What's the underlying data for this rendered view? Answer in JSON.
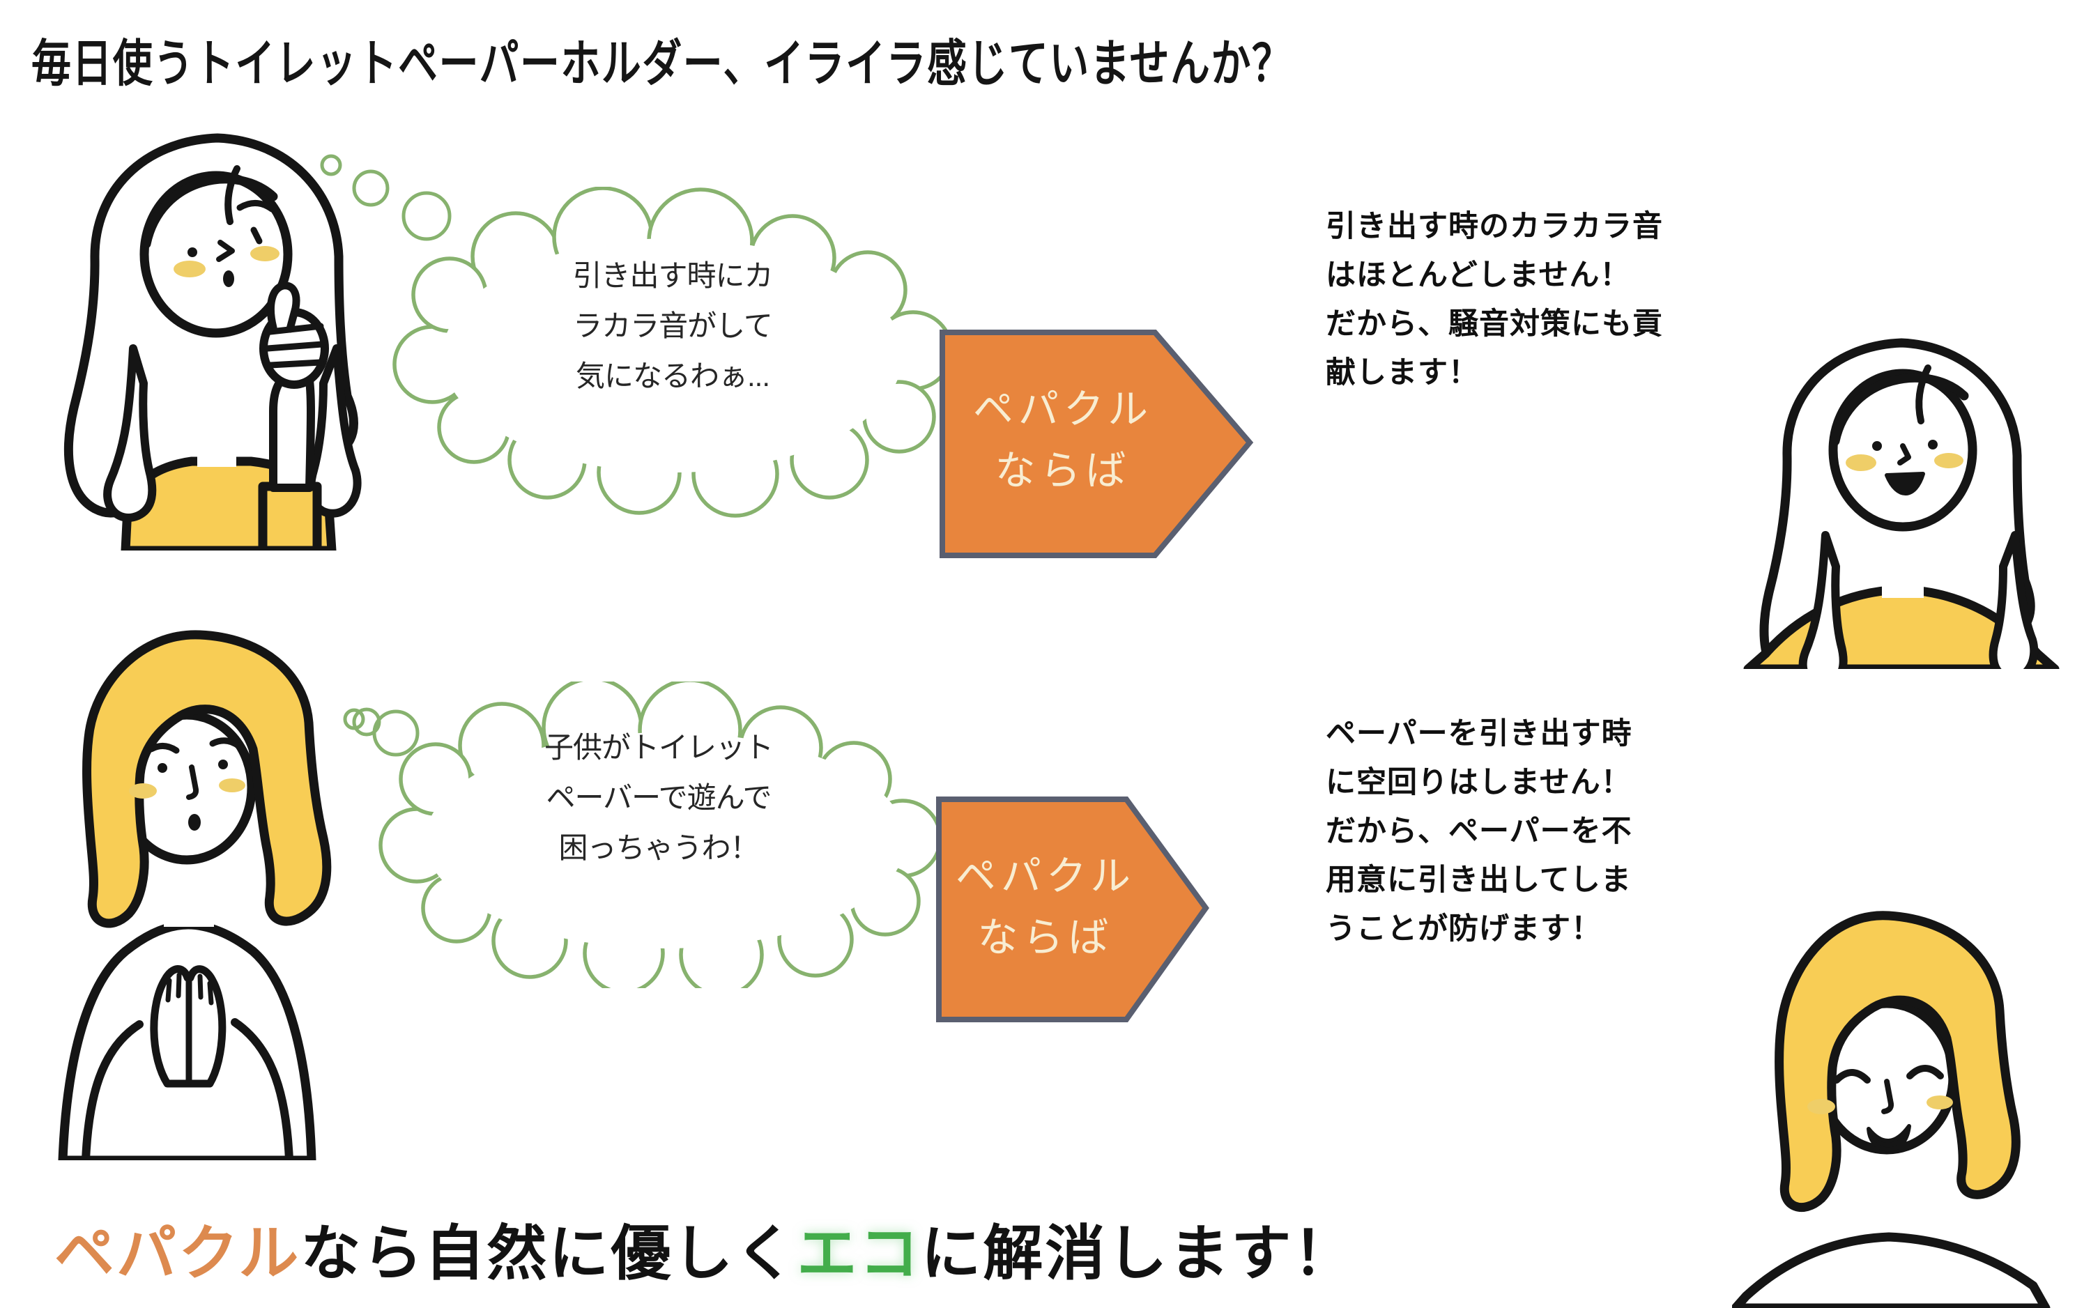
{
  "title": "毎日使うトイレットペーパーホルダー、イライラ感じていませんか？",
  "rows": [
    {
      "bubble_lines": [
        "引き出す時にカ",
        "ラカラ音がして",
        "気になるわぁ..."
      ],
      "arrow_lines": [
        "ペパクル",
        "ならば"
      ],
      "answer_lines": [
        "引き出す時のカラカラ音",
        "はほとんどしません！",
        "だから、騒音対策にも貢",
        "献します！"
      ]
    },
    {
      "bubble_lines": [
        "子供がトイレット",
        "ペーバーで遊んで",
        "困っちゃうわ！"
      ],
      "arrow_lines": [
        "ペパクル",
        "ならば"
      ],
      "answer_lines": [
        "ペーパーを引き出す時",
        "に空回りはしません！",
        "だから、ペーパーを不",
        "用意に引き出してしま",
        "うことが防げます！"
      ]
    }
  ],
  "footer": {
    "segments": [
      {
        "text": "ペパクル",
        "color": "#DD8A4F"
      },
      {
        "text": "なら自然に優しく",
        "color": "#121212"
      },
      {
        "text": "エコ",
        "color": "#43AD4B"
      },
      {
        "text": "に解消します！",
        "color": "#121212"
      }
    ]
  },
  "colors": {
    "brand_orange": "#DD8A4F",
    "eco_green": "#43AD4B",
    "cloud_green": "#87B26E",
    "arrow_fill": "#E8853D",
    "arrow_border": "#5A5F70",
    "arrow_text": "#F8EDD2",
    "hair_yellow": "#F8CD55",
    "blush_yellow": "#EFCE68",
    "ink_black": "#151515"
  }
}
